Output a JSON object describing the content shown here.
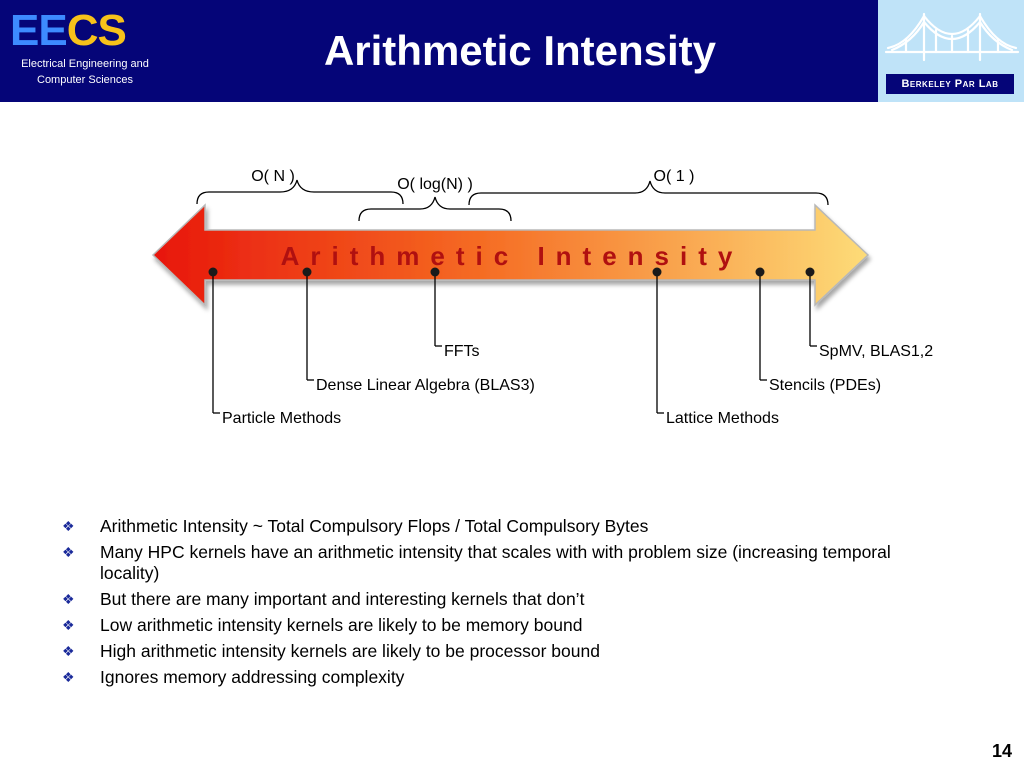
{
  "header": {
    "logo": {
      "mark_ee": "EE",
      "mark_cs": "CS",
      "line1": "Electrical Engineering and",
      "line2": "Computer Sciences"
    },
    "title": "Arithmetic Intensity",
    "lab_label": "Berkeley Par Lab",
    "colors": {
      "bar": "#050578",
      "ee": "#3d8bff",
      "cs": "#f7c21a",
      "lab_panel": "#bfe3f8"
    }
  },
  "diagram": {
    "arrow_label": "Arithmetic Intensity",
    "brackets": {
      "on": "O( N )",
      "ologn": "O( log(N) )",
      "o1": "O( 1 )"
    },
    "kernels": {
      "particle": "Particle Methods",
      "dense": "Dense Linear Algebra (BLAS3)",
      "ffts": "FFTs",
      "lattice": "Lattice Methods",
      "stencils": "Stencils (PDEs)",
      "spmv": "SpMV, BLAS1,2"
    },
    "colors": {
      "arrow_left": "#e8160c",
      "arrow_right": "#fddc78",
      "label": "#b01010"
    }
  },
  "bullets": [
    "Arithmetic Intensity ~ Total Compulsory Flops / Total Compulsory Bytes",
    "Many HPC kernels have an arithmetic intensity that scales with with problem size (increasing temporal locality)",
    "But there are many important and interesting kernels that don’t",
    "Low arithmetic intensity kernels are likely to be memory bound",
    "High arithmetic intensity kernels are likely to be processor bound",
    "Ignores memory addressing complexity"
  ],
  "bullet_icon": "four-diamond-icon",
  "page_number": "14"
}
